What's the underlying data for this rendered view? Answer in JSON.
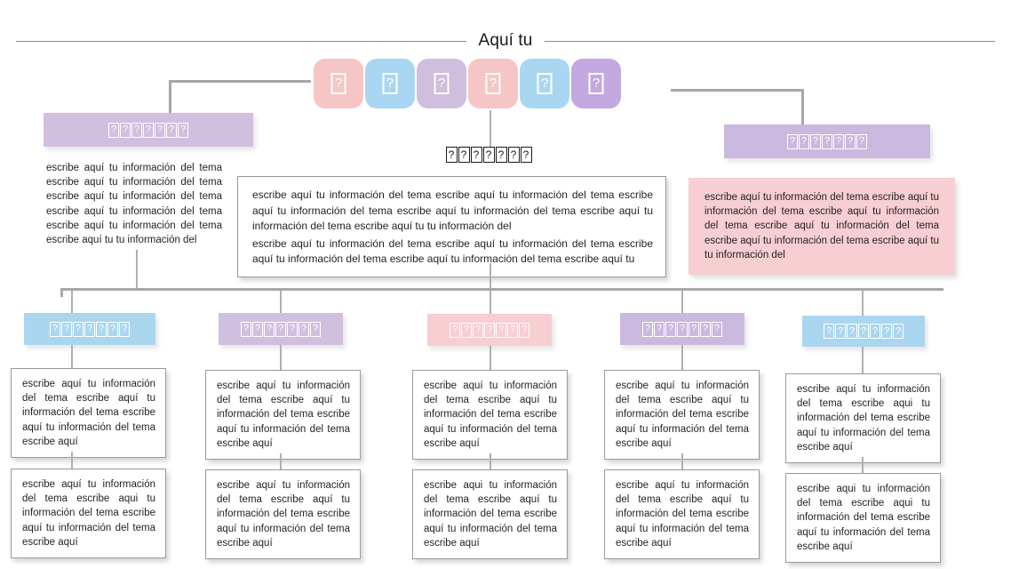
{
  "page": {
    "title": "Aquí tu",
    "background": "#ffffff",
    "line_color": "#a7a7a7",
    "text_color": "#231f20"
  },
  "palette": {
    "pink": "#f7ced2",
    "blue": "#abd6f0",
    "mauve": "#d9c7e2",
    "purple": "#cfbede",
    "purple_strong": "#c4a8e0",
    "pink_chip": "#f6c5c5",
    "blue_chip": "#a9d7f2"
  },
  "top_chips": [
    {
      "name": "chip-1",
      "color": "#f6c5c5",
      "glyph": "missing-glyph-box"
    },
    {
      "name": "chip-2",
      "color": "#a9d7f2",
      "glyph": "missing-glyph-box"
    },
    {
      "name": "chip-3",
      "color": "#cfbede",
      "glyph": "missing-glyph-box"
    },
    {
      "name": "chip-4",
      "color": "#f6c5c5",
      "glyph": "missing-glyph-box"
    },
    {
      "name": "chip-5",
      "color": "#a9d7f2",
      "glyph": "missing-glyph-box"
    },
    {
      "name": "chip-6",
      "color": "#c4a8e0",
      "glyph": "missing-glyph-box"
    }
  ],
  "branches": {
    "left": {
      "header": {
        "color": "#d1bfe0",
        "glyph_count": 7,
        "label": "???????"
      },
      "body": "escribe aquí tu información del tema escribe aquí tu información del tema escribe aquí tu información del tema escribe aquí tu información del tema escribe aquí tu información del tema escribe aquí tu tu información del"
    },
    "center": {
      "header": {
        "glyph_count": 7,
        "label": "???????",
        "style": "dark-outline"
      },
      "paragraph_1": "escribe aquí tu información del tema escribe aquí tu información del tema escribe aquí tu información del tema escribe aquí tu información del tema escribe aquí tu información del tema escribe aquí tu tu información del",
      "paragraph_2": "escribe aquí tu información del tema escribe aquí tu información del tema escribe aquí tu información del tema escribe aquí tu información del tema escribe aquí tu"
    },
    "right": {
      "header": {
        "color": "#cbb8de",
        "glyph_count": 7,
        "label": "???????"
      },
      "body": "escribe aquí tu información del tema escribe aquí tu información del tema escribe aquí tu información del tema escribe aquí tu información del tema escribe aquí tu información del tema escribe aquí tu tu información del",
      "body_background": "#f7ced2"
    }
  },
  "columns": [
    {
      "name": "column-1",
      "header": {
        "color": "#abd6f0",
        "glyph_count": 7,
        "label": "???????"
      },
      "cards": [
        "escribe aquí tu información del tema escribe aquí tu información del tema escribe aquí tu información del tema escribe aquí",
        "escribe aquí tu información del tema escribe aqui tu información del tema escribe aquí tu información del tema escribe aquí"
      ]
    },
    {
      "name": "column-2",
      "header": {
        "color": "#d1bfe0",
        "glyph_count": 7,
        "label": "???????"
      },
      "cards": [
        "escribe aquí tu información del tema escribe aquí tu información del tema escribe aquí tu información del tema escribe aquí",
        "escribe aquí tu información del tema escribe aquí tu información del tema escribe aquí tu información del tema escribe aquí"
      ]
    },
    {
      "name": "column-3",
      "header": {
        "color": "#f7ced2",
        "glyph_count": 7,
        "label": "???????"
      },
      "cards": [
        "escribe aquí tu información del tema escribe aquí tu información del tema escribe aquí tu información del tema escribe aquí",
        "escribe aqui tu información del tema escribe aquí tu información del tema escribe aquí tu información del tema escribe aquí"
      ]
    },
    {
      "name": "column-4",
      "header": {
        "color": "#cbb8de",
        "glyph_count": 7,
        "label": "???????"
      },
      "cards": [
        "escribe aquí tu información del tema escribe aquí tu información del tema escribe aquí tu información del tema escribe aquí",
        "escribe aquí tu información del tema escribe aquí tu información del tema escribe aquí tu información del tema escribe aquí"
      ]
    },
    {
      "name": "column-5",
      "header": {
        "color": "#abd6f0",
        "glyph_count": 7,
        "label": "???????"
      },
      "cards": [
        "escribe aquí tu información del tema escribe aqui tu información del tema escribe aquí tu información del tema escribe aquí",
        "escribe aqui tu información del tema escribe aqui tu información del tema escribe aquí tu información del tema escribe aquí"
      ]
    }
  ]
}
